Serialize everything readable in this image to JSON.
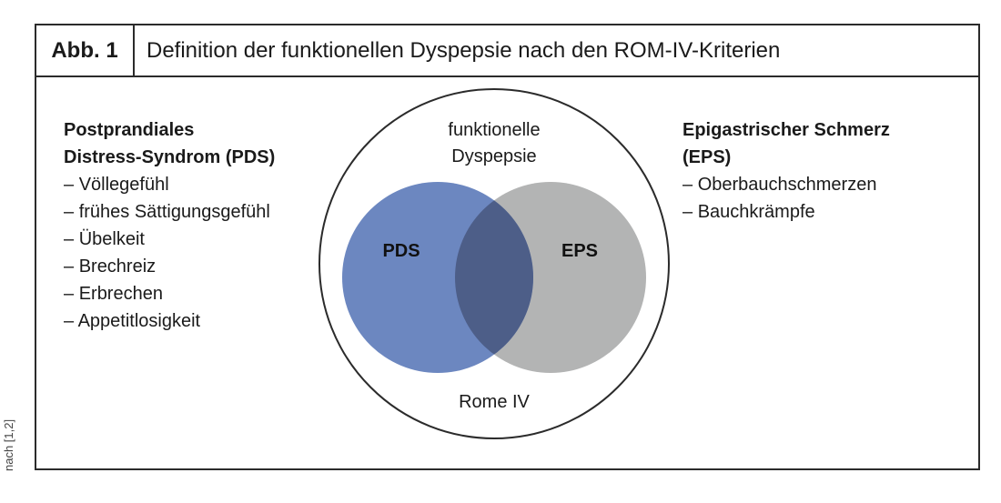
{
  "figure": {
    "label": "Abb. 1",
    "title": "Definition der funktionellen Dyspepsie nach den ROM-IV-Kriterien"
  },
  "left_panel": {
    "heading_line1": "Postprandiales",
    "heading_line2": "Distress-Syndrom (PDS)",
    "items": [
      "Völlegefühl",
      "frühes Sättigungsgefühl",
      "Übelkeit",
      "Brechreiz",
      "Erbrechen",
      "Appetitlosigkeit"
    ]
  },
  "right_panel": {
    "heading_line1": "Epigastrischer Schmerz",
    "heading_line2": "(EPS)",
    "items": [
      "Oberbauchschmerzen",
      "Bauchkrämpfe"
    ]
  },
  "venn": {
    "outer_label_line1": "funktionelle",
    "outer_label_line2": "Dyspepsie",
    "bottom_label": "Rome IV",
    "set_a_label": "PDS",
    "set_b_label": "EPS",
    "colors": {
      "set_a": "#6c87c0",
      "set_b": "#b3b4b4",
      "overlap": "#4d5e88",
      "outline": "#2b2b2b"
    }
  },
  "credit": "nach [1,2]"
}
